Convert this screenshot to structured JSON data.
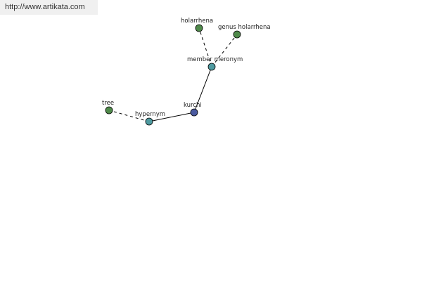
{
  "header": {
    "url": "http://www.artikata.com"
  },
  "colors": {
    "word": "#4a5aa0",
    "relation": "#4e9aa0",
    "term": "#4f8a4a"
  },
  "graph": {
    "nodes": {
      "holarrhena": {
        "label": "holarrhena",
        "kind": "term"
      },
      "genus": {
        "label": "genus holarrhena",
        "kind": "term"
      },
      "member": {
        "label": "member meronym",
        "kind": "relation"
      },
      "kurchi": {
        "label": "kurchi",
        "kind": "word"
      },
      "hypernym": {
        "label": "hypernym",
        "kind": "relation"
      },
      "tree": {
        "label": "tree",
        "kind": "term"
      }
    }
  }
}
